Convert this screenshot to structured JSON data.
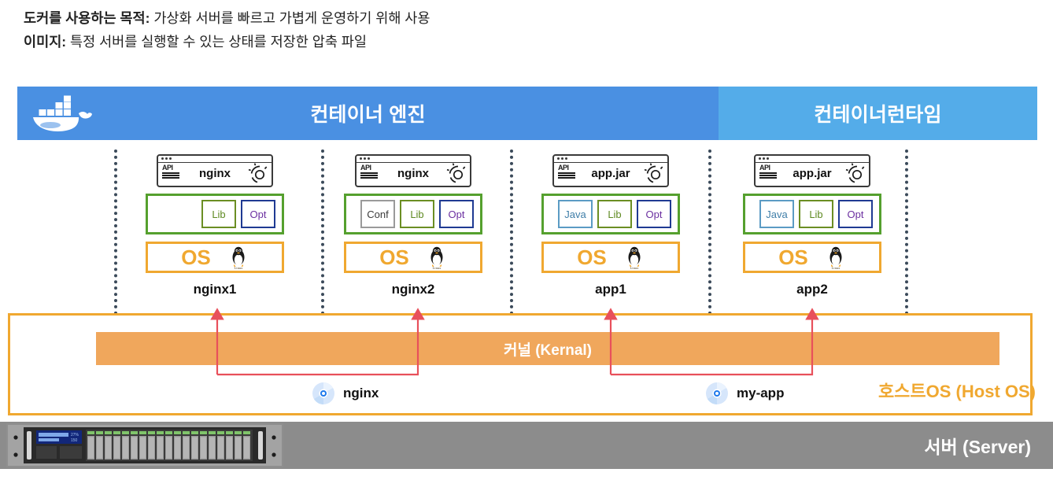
{
  "intro": {
    "line1_bold": "도커를 사용하는 목적:",
    "line1_rest": " 가상화 서버를 빠르고 가볍게 운영하기 위해 사용",
    "line2_bold": "이미지:",
    "line2_rest": " 특정 서버를 실행할 수 있는 상태를 저장한 압축 파일"
  },
  "header": {
    "left_title": "컨테이너 엔진",
    "right_title": "컨테이너런타임",
    "logo_name": "docker-whale-logo",
    "left_color": "#4a90e2",
    "right_color": "#54ace9"
  },
  "containers": [
    {
      "app_label": "nginx",
      "chips": [
        {
          "label": "Lib",
          "style": "lib"
        },
        {
          "label": "Opt",
          "style": "opt"
        }
      ],
      "os_label": "OS",
      "os_icon": "linux-penguin-icon",
      "name": "nginx1"
    },
    {
      "app_label": "nginx",
      "chips": [
        {
          "label": "Conf",
          "style": "conf"
        },
        {
          "label": "Lib",
          "style": "lib"
        },
        {
          "label": "Opt",
          "style": "opt"
        }
      ],
      "os_label": "OS",
      "os_icon": "linux-penguin-icon",
      "name": "nginx2"
    },
    {
      "app_label": "app.jar",
      "chips": [
        {
          "label": "Java",
          "style": "java"
        },
        {
          "label": "Lib",
          "style": "lib"
        },
        {
          "label": "Opt",
          "style": "opt"
        }
      ],
      "os_label": "OS",
      "os_icon": "linux-penguin-icon",
      "name": "app1"
    },
    {
      "app_label": "app.jar",
      "chips": [
        {
          "label": "Java",
          "style": "java"
        },
        {
          "label": "Lib",
          "style": "lib"
        },
        {
          "label": "Opt",
          "style": "opt"
        }
      ],
      "os_label": "OS",
      "os_icon": "linux-penguin-icon",
      "name": "app2"
    }
  ],
  "hostos": {
    "kernel_label": "커널 (Kernal)",
    "label": "호스트OS (Host OS)",
    "border_color": "#f0a830",
    "kernel_color": "#f0a75c"
  },
  "images": [
    {
      "label": "nginx",
      "icon": "disc-icon"
    },
    {
      "label": "my-app",
      "icon": "disc-icon"
    }
  ],
  "server": {
    "label": "서버 (Server)",
    "bar_color": "#8c8c8c",
    "rack_icon": "rack-server-icon"
  },
  "colors": {
    "green_border": "#55a02e",
    "orange": "#f0a830",
    "arrow_red": "#e8505b",
    "separator": "#3b4a5a"
  }
}
